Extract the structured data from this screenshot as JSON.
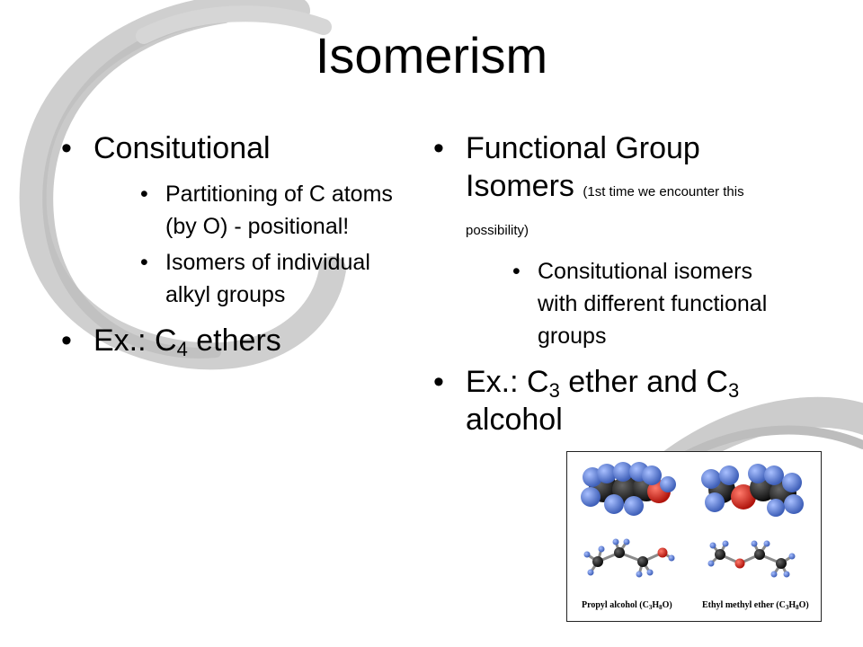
{
  "slide": {
    "title": "Isomerism",
    "left": {
      "bullet1": "Consitutional",
      "sub1": "Partitioning of C atoms (by O) - positional!",
      "sub2": "Isomers of individual alkyl groups",
      "bullet2_prefix": "Ex.: C",
      "bullet2_sub": "4",
      "bullet2_suffix": " ethers"
    },
    "right": {
      "bullet1_main": "Functional Group Isomers ",
      "bullet1_note": "(1st time we encounter this possibility)",
      "sub1": "Consitutional isomers with different functional groups",
      "bullet2_a": "Ex.: C",
      "bullet2_sub1": "3",
      "bullet2_b": " ether and C",
      "bullet2_sub2": "3",
      "bullet2_c": " alcohol"
    },
    "figure": {
      "caption_left_pre": "Propyl alcohol (C",
      "caption_left_c": "3",
      "caption_left_h": "H",
      "caption_left_h_sub": "8",
      "caption_left_post": "O)",
      "caption_right_pre": "Ethyl methyl ether (C",
      "caption_right_c": "3",
      "caption_right_h": "H",
      "caption_right_h_sub": "8",
      "caption_right_post": "O)"
    }
  },
  "colors": {
    "carbon": "#1a1a1a",
    "hydrogen": "#5b7fd6",
    "oxygen": "#d9261c",
    "swirl": "#c8c8c8"
  }
}
